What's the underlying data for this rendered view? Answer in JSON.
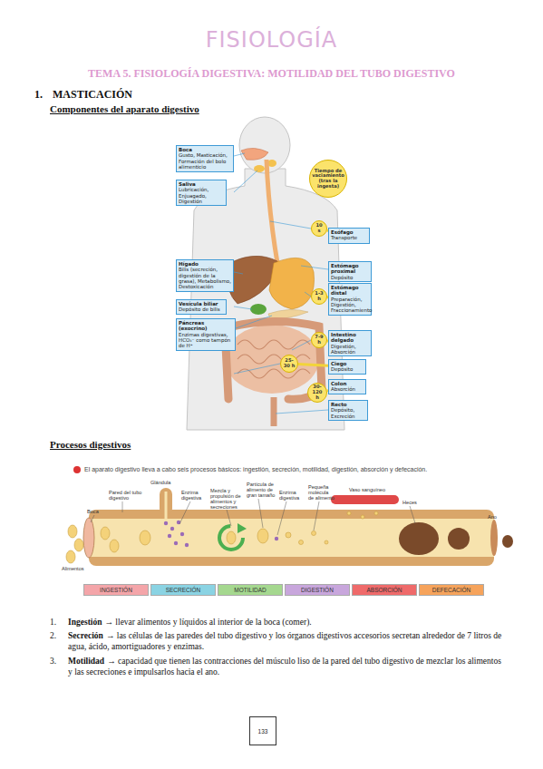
{
  "diagram": {
    "title": "FISIOLOGÍA",
    "nodes": [
      {
        "text": [
          "Boca",
          "Gusto, Masticación, Formación del bolo alimenticio"
        ]
      },
      {
        "text": [
          "Saliva",
          "Lubricación, Enjuagado, Digestión"
        ]
      },
      {
        "text": [
          "Tiempo de vaciamiento (tras la ingesta)"
        ]
      },
      {
        "text": [
          "10 s"
        ]
      },
      {
        "text": [
          "Esófago",
          "Transporte"
        ]
      },
      {
        "text": [
          "Hígado",
          "Bilis (secreción, digestión de la grasa), Metabolismo, Destoxicación"
        ]
      },
      {
        "text": [
          "Estómago proximal",
          "Depósito"
        ]
      },
      {
        "text": [
          "Estómago distal",
          "Preparación, Digestión, Fraccionamiento"
        ]
      },
      {
        "text": [
          "1-3 h"
        ]
      },
      {
        "text": [
          "Vesícula biliar",
          "Depósito de bilis"
        ]
      },
      {
        "text": [
          "Páncreas (exocrino)",
          "Enzimas digestivas, HCO₃⁻ como tampón de H⁺"
        ]
      },
      {
        "text": [
          "7-9 h"
        ]
      },
      {
        "text": [
          "Intestino delgado",
          "Digestión, Absorción"
        ]
      },
      {
        "text": [
          "25-30 h"
        ]
      },
      {
        "text": [
          "Ciego",
          "Depósito"
        ]
      },
      {
        "text": [
          "Colon",
          "Absorción"
        ]
      },
      {
        "text": [
          "30-120 h"
        ]
      },
      {
        "text": [
          "Recto",
          "Depósito, Excreción"
        ]
      },
      {
        "text": [
          "INGESTIÓN"
        ]
      },
      {
        "text": [
          "SECRECIÓN"
        ]
      },
      {
        "text": [
          "MOTILIDAD"
        ]
      },
      {
        "text": [
          "DIGESTIÓN"
        ]
      },
      {
        "text": [
          "ABSORCIÓN"
        ]
      },
      {
        "text": [
          "DEFECACIÓN"
        ]
      },
      {
        "text": [
          "133"
        ]
      }
    ],
    "edges": [
      {
        "from": 3,
        "to": 4,
        "arrow": "none"
      },
      {
        "from": 8,
        "to": 7,
        "arrow": "none"
      },
      {
        "from": 11,
        "to": 12,
        "arrow": "none"
      },
      {
        "from": 13,
        "to": 14,
        "arrow": "none"
      },
      {
        "from": 16,
        "to": 15,
        "arrow": "none"
      }
    ],
    "labels": [
      "TEMA 5. FISIOLOGÍA DIGESTIVA: MOTILIDAD DEL TUBO DIGESTIVO",
      "1.",
      "MASTICACIÓN",
      "Componentes del aparato digestivo",
      "Procesos digestivos",
      "El aparato digestivo lleva a cabo seis procesos básicos: ingestión, secreción, motilidad, digestión, absorción y defecación.",
      "Boca",
      "Pared del tubo digestivo",
      "Glándula",
      "Enzima digestiva",
      "Mezcla y propulsión de alimentos y secreciones",
      "Partícula de alimento de gran tamaño",
      "Enzima digestiva",
      "Pequeña molécula de alimento",
      "Vaso sanguíneo",
      "Heces",
      "Alimentos",
      "Ano",
      "1.",
      "Ingestión",
      "→ llevar alimentos y líquidos al interior de la boca (comer).",
      "2.",
      "Secreción",
      "→ las células de las paredes del tubo digestivo y los órganos digestivos accesorios secretan alrededor de 7 litros de agua, ácido, amortiguadores y enzimas.",
      "3.",
      "Motilidad",
      "→ capacidad que tienen las contracciones del músculo liso de la pared del tubo digestivo de mezclar los alimentos y las secreciones e impulsarlos hacia el ano."
    ]
  }
}
